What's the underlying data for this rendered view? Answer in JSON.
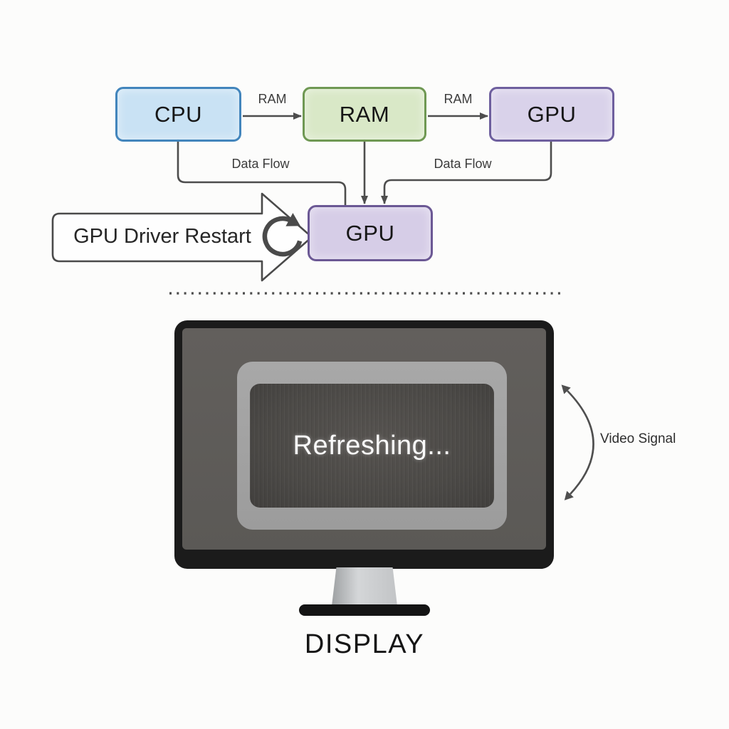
{
  "diagram": {
    "title_context": "GPU driver restart data flow diagram",
    "top_row": {
      "boxes": [
        {
          "label": "CPU",
          "fill": "#c9e2f4",
          "border": "#4285bc"
        },
        {
          "label": "RAM",
          "fill": "#d9e8c7",
          "border": "#6f9853"
        },
        {
          "label": "GPU",
          "fill": "#d9d2ea",
          "border": "#6e5f9e"
        }
      ],
      "arrow_labels": [
        "RAM",
        "RAM"
      ]
    },
    "flow_labels": [
      "Data Flow",
      "Data Flow"
    ],
    "gpu_main_box": {
      "label": "GPU",
      "fill": "#d6cde7",
      "border": "#6b5894"
    },
    "restart_arrow": {
      "label": "GPU Driver Restart",
      "icon": "refresh-icon",
      "fill": "#fefefe",
      "border": "#4a4a4a"
    },
    "monitor": {
      "screen_text": "Refreshing...",
      "caption": "DISPLAY",
      "bezel_color": "#1b1b1b",
      "screen_color": "#5e5c59",
      "panel_color": "#a2a2a2",
      "inner_color": "#4b4947"
    },
    "video_signal": {
      "label": "Video Signal"
    },
    "line_color": "#4d4d4d",
    "background": "#fcfcfb"
  }
}
